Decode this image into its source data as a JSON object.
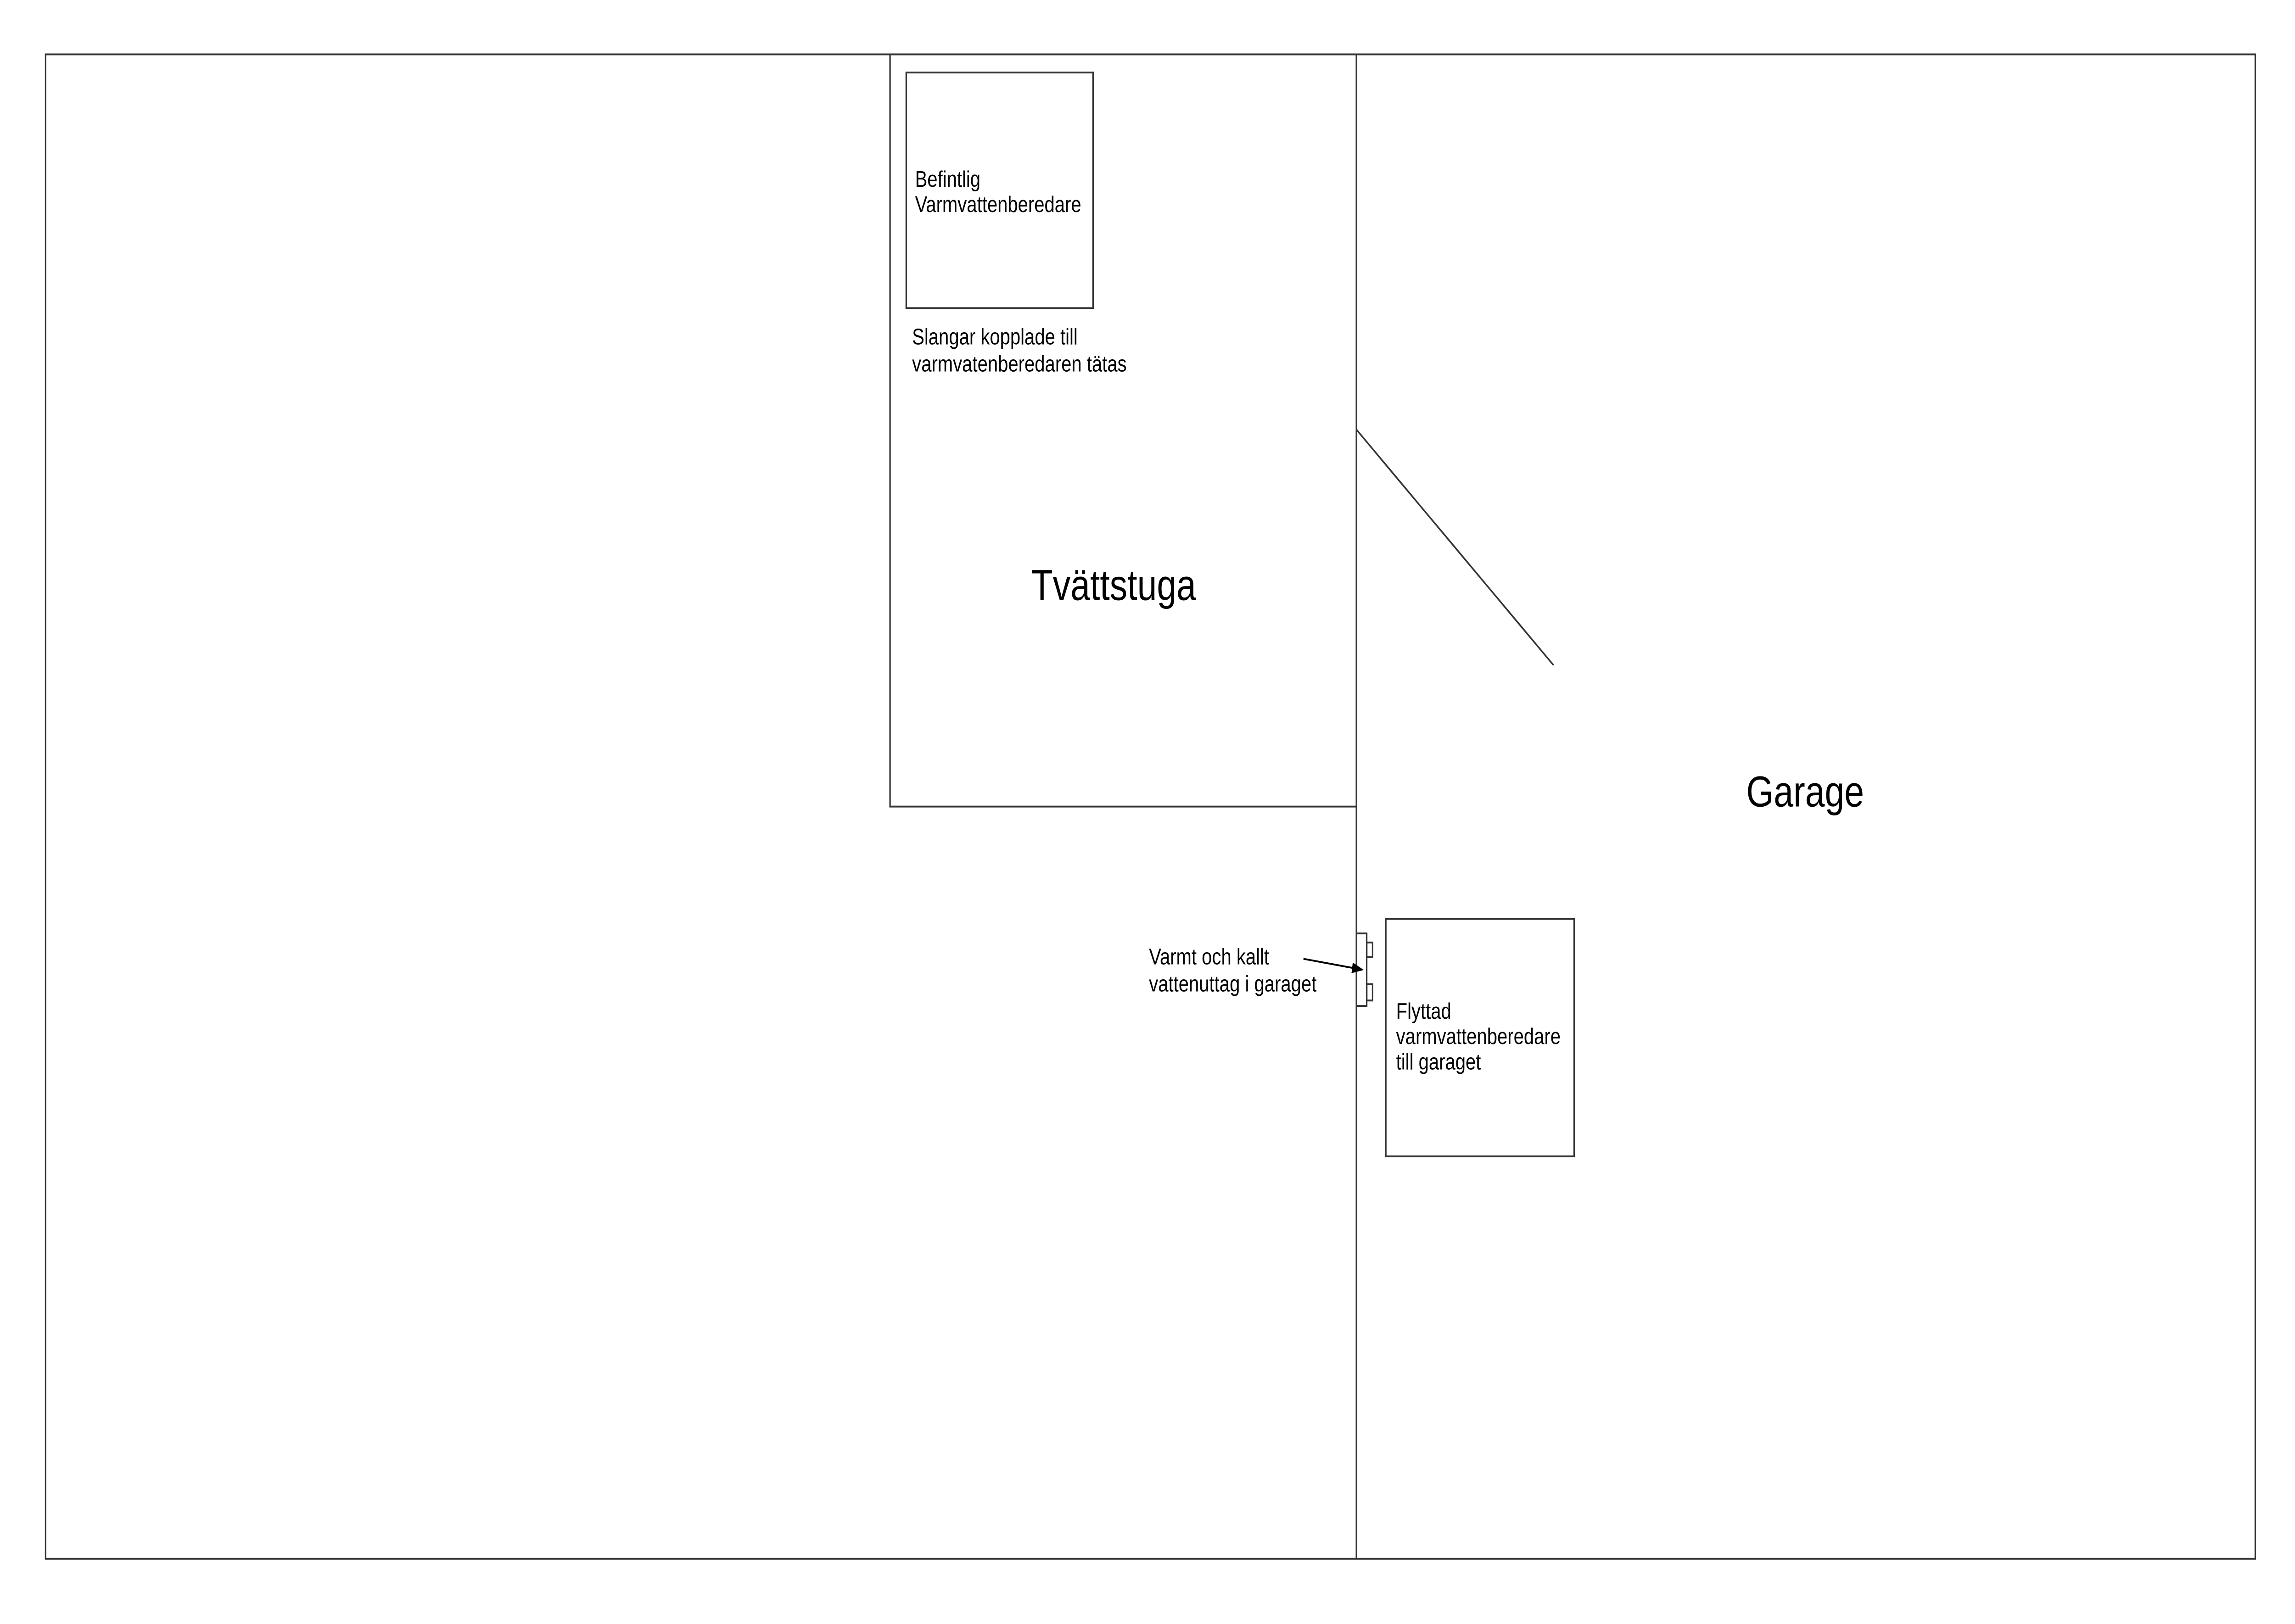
{
  "rooms": {
    "laundry": "Tvättstuga",
    "garage": "Garage"
  },
  "existing_heater": {
    "lines": [
      "Befintlig",
      "Varmvattenberedare"
    ]
  },
  "hoses_note": {
    "lines": [
      "Slangar kopplade till",
      "varmvatenberedaren tätas"
    ]
  },
  "outlet_note": {
    "lines": [
      "Varmt och kallt",
      "vattenuttag i garaget"
    ]
  },
  "moved_heater": {
    "lines": [
      "Flyttad",
      "varmvattenberedare",
      "till garaget"
    ]
  }
}
